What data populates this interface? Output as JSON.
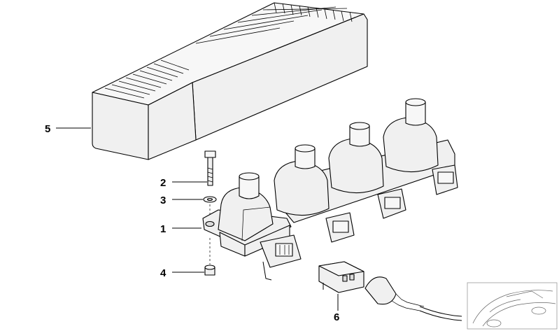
{
  "callouts": {
    "c1": "1",
    "c2": "2",
    "c3": "3",
    "c4": "4",
    "c5": "5",
    "c6": "6"
  },
  "icons": [
    "ignition-coil-icon",
    "bolt-icon",
    "washer-icon",
    "nut-icon",
    "coil-cover-icon",
    "connector-plug-icon",
    "car-thumbnail-icon"
  ]
}
